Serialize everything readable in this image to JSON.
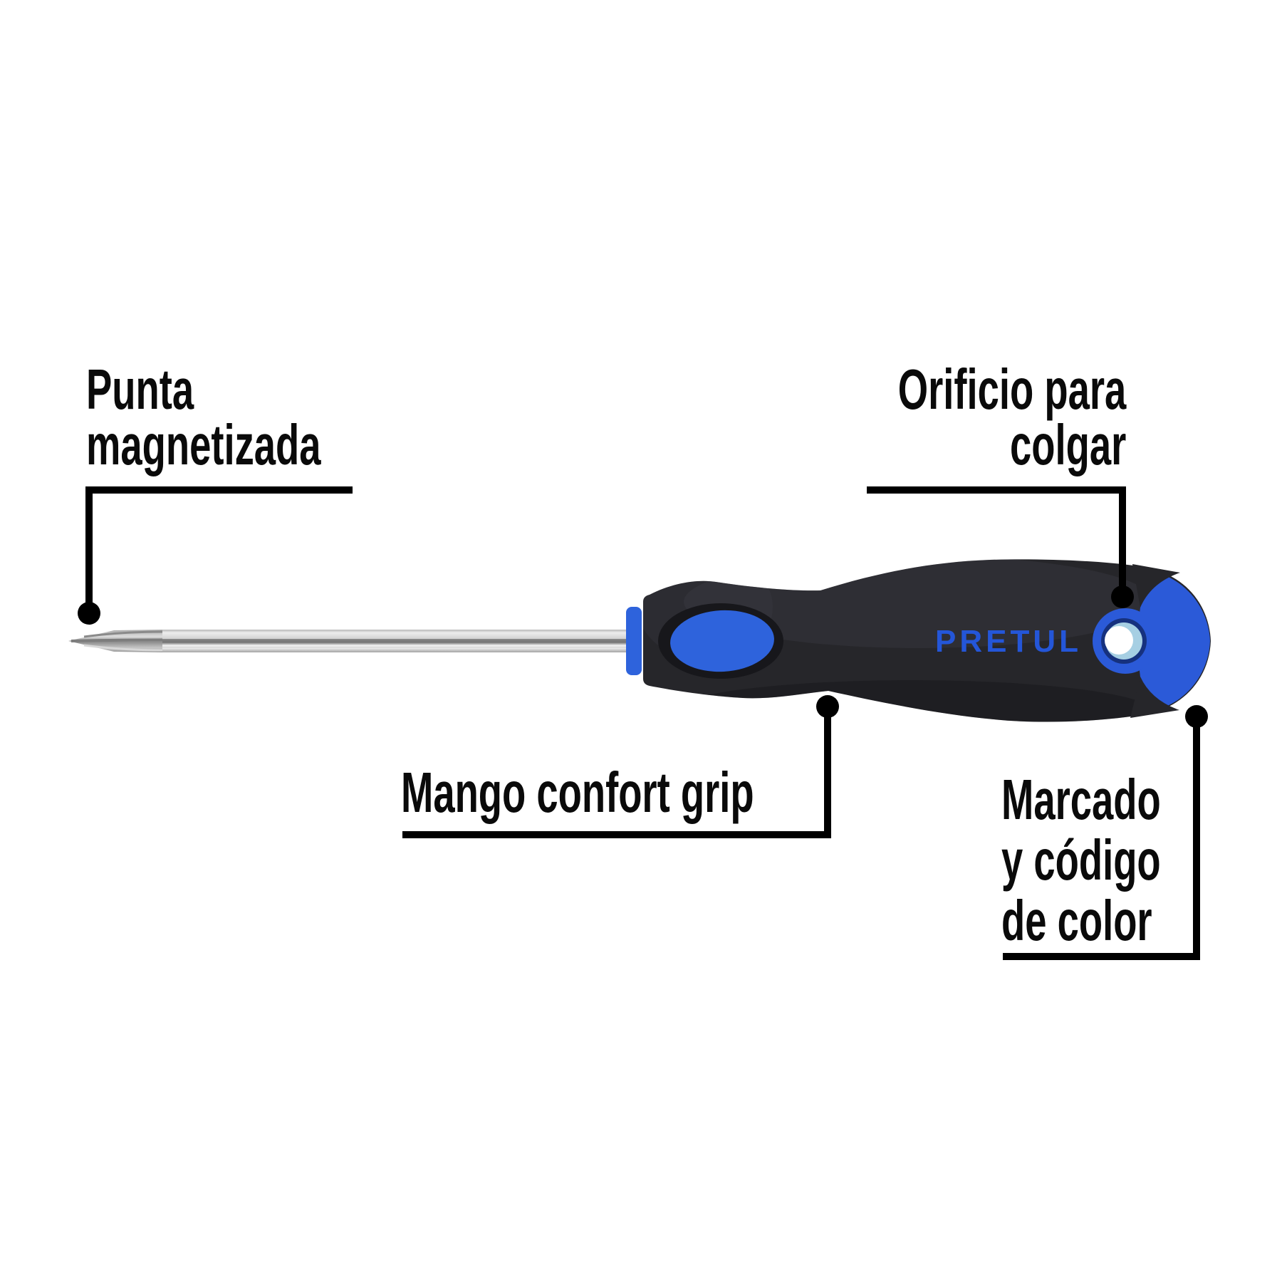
{
  "page": {
    "description": "Product feature diagram of a PRETUL Phillips screwdriver with magnetized tip and comfort grip handle",
    "background": "#ffffff"
  },
  "brand": {
    "logo_text": "PRETUL",
    "logo_color": "#2456d8"
  },
  "callouts": {
    "punta_magnetizada": {
      "line1": "Punta",
      "line2": "magnetizada"
    },
    "orificio_para_colgar": {
      "line1": "Orificio para",
      "line2": "colgar"
    },
    "mango_confort_grip": {
      "text": "Mango confort grip"
    },
    "marcado_codigo_color": {
      "line1": "Marcado",
      "line2": "y código",
      "line3": "de color"
    }
  },
  "colors": {
    "handle_black": "#26262a",
    "grip_blue": "#2e63dc",
    "cap_blue": "#2b5ad8",
    "hole_inner_white": "#ffffff",
    "shaft_silver": "#c9c9c9",
    "callout_line": "#000000",
    "label_text": "#0a0a0a"
  }
}
